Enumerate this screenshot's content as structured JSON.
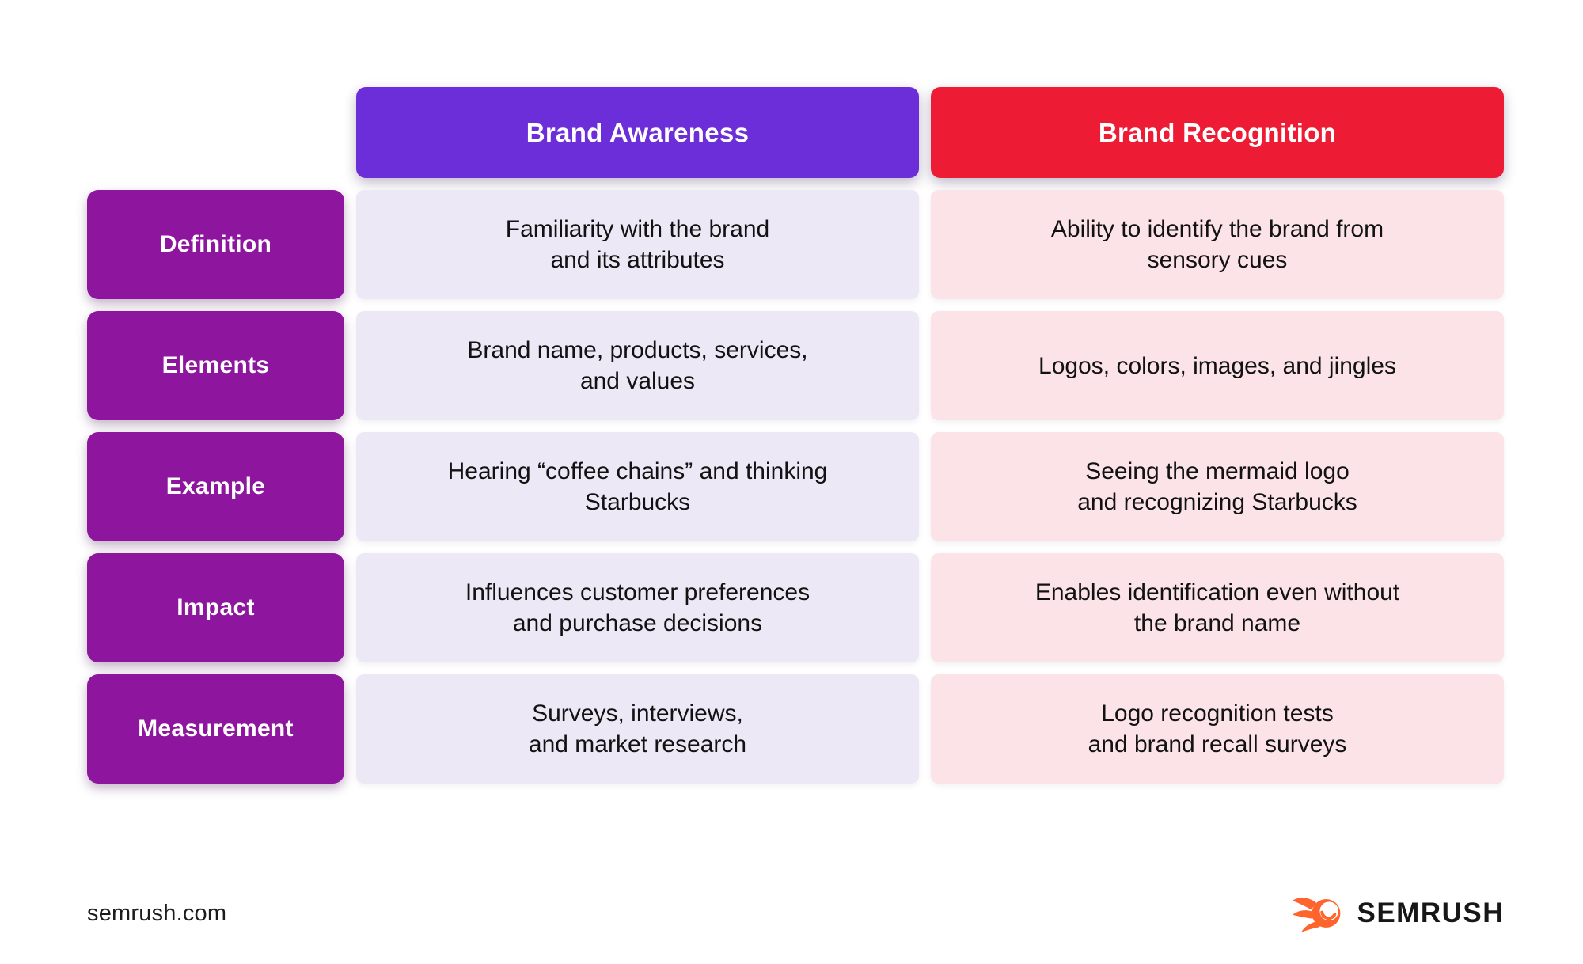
{
  "page": {
    "background": "#ffffff"
  },
  "table": {
    "columns": [
      {
        "label": "Brand Awareness",
        "header_color": "#6b2ed8",
        "cell_color": "#ece8f6"
      },
      {
        "label": "Brand Recognition",
        "header_color": "#ed1c34",
        "cell_color": "#fbe3e8"
      }
    ],
    "row_header_color": "#8e169e",
    "rows": [
      {
        "label": "Definition",
        "cells": [
          [
            "Familiarity with the brand",
            "and its attributes"
          ],
          [
            "Ability to identify the brand from",
            "sensory cues"
          ]
        ]
      },
      {
        "label": "Elements",
        "cells": [
          [
            "Brand name, products, services,",
            "and values"
          ],
          [
            "Logos, colors, images, and jingles"
          ]
        ]
      },
      {
        "label": "Example",
        "cells": [
          [
            "Hearing “coffee chains” and thinking",
            "Starbucks"
          ],
          [
            "Seeing the mermaid logo",
            "and recognizing Starbucks"
          ]
        ]
      },
      {
        "label": "Impact",
        "cells": [
          [
            "Influences customer preferences",
            "and purchase decisions"
          ],
          [
            "Enables identification even without",
            "the brand name"
          ]
        ]
      },
      {
        "label": "Measurement",
        "cells": [
          [
            "Surveys, interviews,",
            "and market research"
          ],
          [
            "Logo recognition tests",
            "and brand recall surveys"
          ]
        ]
      }
    ]
  },
  "footer": {
    "website": "semrush.com",
    "brand": {
      "wordmark": "SEMRUSH",
      "icon": "semrush-flame-icon",
      "icon_color": "#ff642d",
      "wordmark_color": "#171717"
    }
  }
}
